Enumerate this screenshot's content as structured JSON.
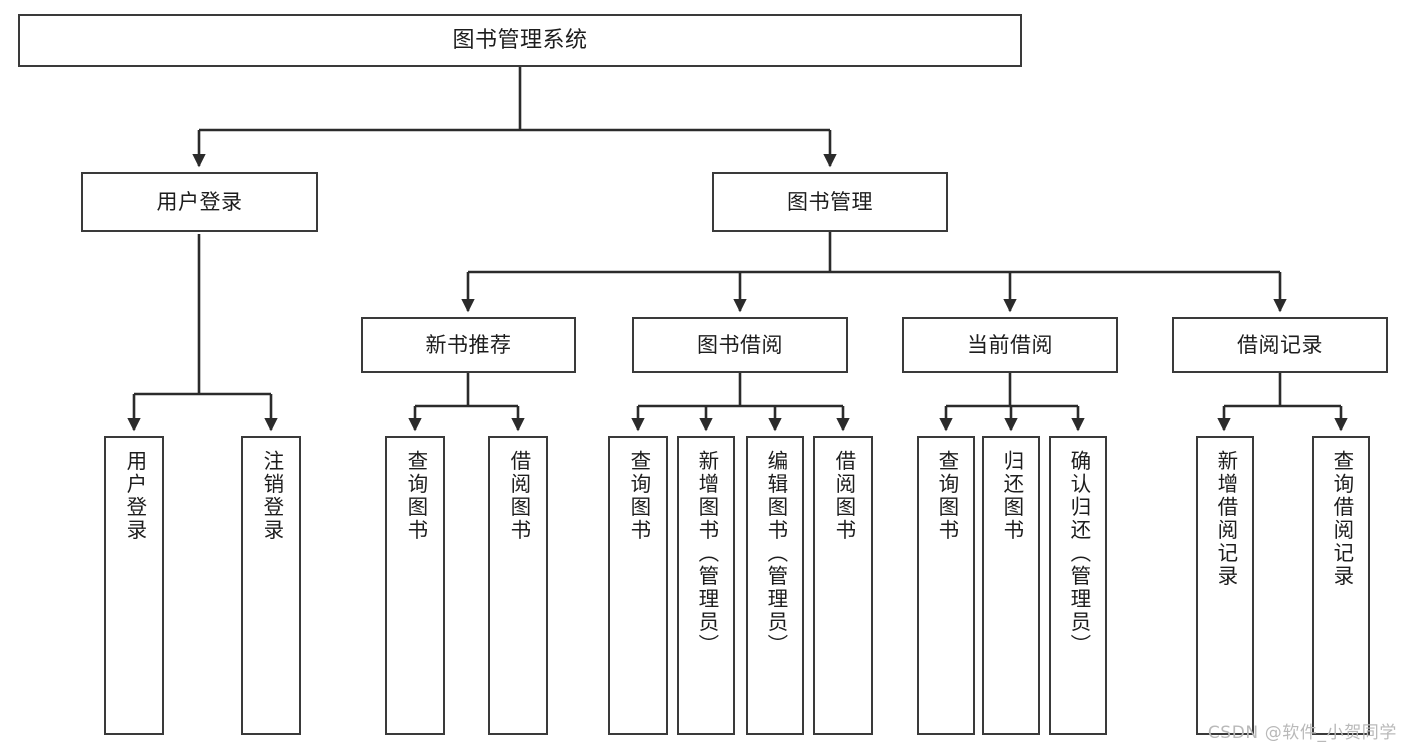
{
  "diagram": {
    "title": "图书管理系统",
    "type": "tree",
    "watermark": "CSDN @软件_小贺同学",
    "colors": {
      "background": "#ffffff",
      "box_border": "#3a3a3a",
      "box_fill": "#ffffff",
      "connector": "#2b2b2b",
      "text": "#1d1d1d",
      "watermark": "#b9b9b9"
    },
    "root": {
      "label": "图书管理系统"
    },
    "level2": [
      {
        "label": "用户登录"
      },
      {
        "label": "图书管理"
      }
    ],
    "level3": [
      {
        "label": "新书推荐"
      },
      {
        "label": "图书借阅"
      },
      {
        "label": "当前借阅"
      },
      {
        "label": "借阅记录"
      }
    ],
    "leaves": {
      "user_login": [
        {
          "label": "用户登录"
        },
        {
          "label": "注销登录"
        }
      ],
      "new_book_recommend": [
        {
          "label": "查询图书"
        },
        {
          "label": "借阅图书"
        }
      ],
      "book_borrow": [
        {
          "label": "查询图书"
        },
        {
          "label": "新增图书（管理员）"
        },
        {
          "label": "编辑图书（管理员）"
        },
        {
          "label": "借阅图书"
        }
      ],
      "current_borrow": [
        {
          "label": "查询图书"
        },
        {
          "label": "归还图书"
        },
        {
          "label": "确认归还（管理员）"
        }
      ],
      "borrow_record": [
        {
          "label": "新增借阅记录"
        },
        {
          "label": "查询借阅记录"
        }
      ]
    }
  }
}
